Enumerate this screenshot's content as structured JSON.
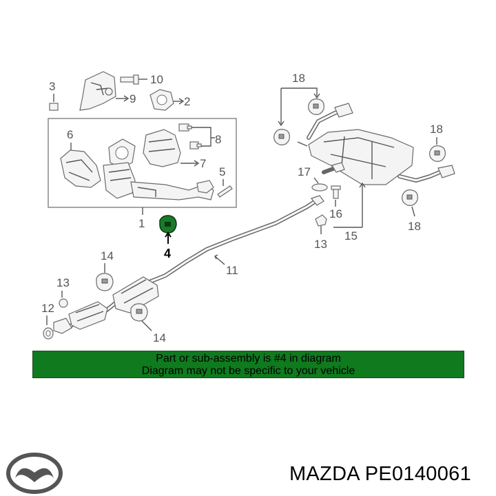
{
  "callouts": {
    "n1": "1",
    "n2": "2",
    "n3": "3",
    "n4": "4",
    "n5": "5",
    "n6": "6",
    "n7": "7",
    "n8": "8",
    "n9": "9",
    "n10": "10",
    "n11": "11",
    "n12": "12",
    "n13a": "13",
    "n13b": "13",
    "n14a": "14",
    "n14b": "14",
    "n15": "15",
    "n16": "16",
    "n17": "17",
    "n18a": "18",
    "n18b": "18",
    "n18c": "18"
  },
  "banner": {
    "line1": "Part or sub-assembly is #4 in diagram",
    "line2": "Diagram may not be specific to your vehicle",
    "color": "#0f7a1e"
  },
  "brand": {
    "logo_icon": "mazda-logo-icon",
    "part_label": "MAZDA PE0140061"
  },
  "highlight_color": "#1a7a2a"
}
